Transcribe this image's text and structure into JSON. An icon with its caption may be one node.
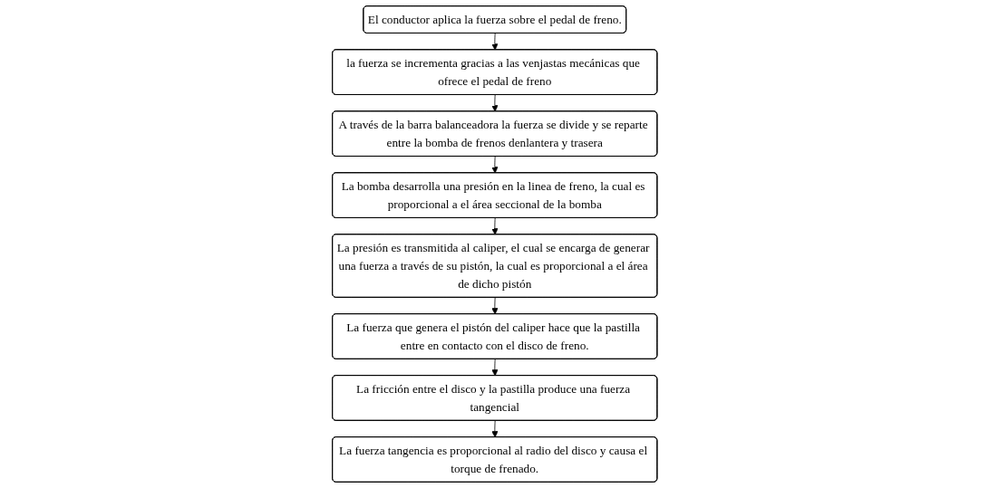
{
  "diagram": {
    "nodes": [
      {
        "text": [
          "El conductor aplica la fuerza sobre el pedal de freno."
        ]
      },
      {
        "text": [
          "la fuerza se incrementa gracias a las venjastas mecánicas que ofrece el pedal de freno"
        ]
      },
      {
        "text": [
          "A través de la barra balanceadora la fuerza se divide y se reparte entre la bomba de frenos denlantera y trasera"
        ]
      },
      {
        "text": [
          "La bomba desarrolla una presión en la linea de freno, la cual es proporcional a el área seccional de la bomba"
        ]
      },
      {
        "text": [
          "La presión es transmitida al caliper, el cual se encarga de generar una fuerza a través de su pistón, la cual es proporcional a el área de dicho pistón"
        ]
      },
      {
        "text": [
          "La fuerza que genera el pistón del caliper hace que la pastilla entre en contacto con el disco de freno."
        ]
      },
      {
        "text": [
          "La fricción entre el disco y la pastilla produce una fuerza tangencial"
        ]
      },
      {
        "text": [
          "La fuerza tangencia es proporcional al radio del disco y causa el torque de frenado."
        ]
      }
    ],
    "edges": [
      {
        "from": 0,
        "to": 1,
        "arrow": "to"
      },
      {
        "from": 1,
        "to": 2,
        "arrow": "to"
      },
      {
        "from": 2,
        "to": 3,
        "arrow": "to"
      },
      {
        "from": 3,
        "to": 4,
        "arrow": "to"
      },
      {
        "from": 4,
        "to": 5,
        "arrow": "to"
      },
      {
        "from": 5,
        "to": 6,
        "arrow": "to"
      },
      {
        "from": 6,
        "to": 7,
        "arrow": "to"
      }
    ]
  }
}
